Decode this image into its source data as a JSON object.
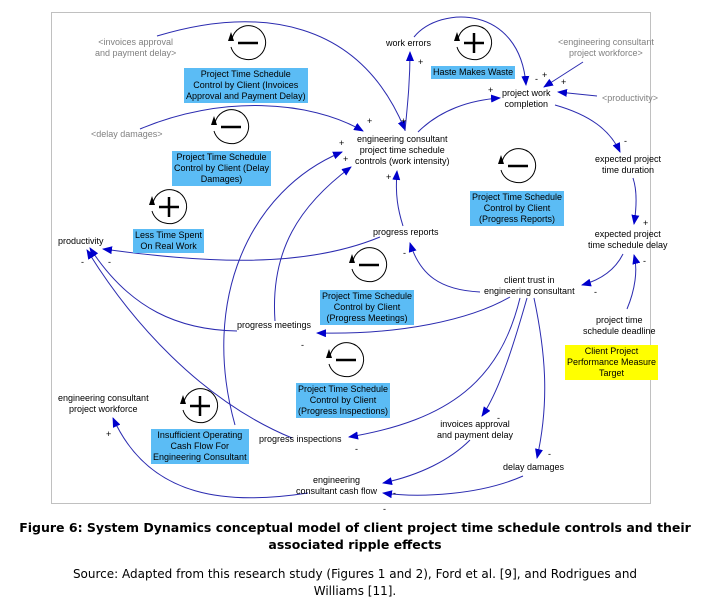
{
  "figure": {
    "caption_title_line1": "Figure 6: System Dynamics conceptual model of client project time schedule controls and their",
    "caption_title_line2": "associated ripple effects",
    "caption_source_line1": "Source: Adapted from this research study (Figures 1 and 2), Ford et al. [9], and Rodrigues and",
    "caption_source_line2": "Williams [11]."
  },
  "colors": {
    "arrow": "#0000cc",
    "loop_label_bg": "#5bbcf5",
    "target_label_bg": "#ffff00",
    "shadow_variable_text": "#808080"
  },
  "variables": {
    "invoices_shadow": [
      "<invoices approval",
      "and payment delay>"
    ],
    "delay_damages_shadow": [
      "<delay damages>"
    ],
    "workforce_shadow": [
      "<engineering consultant",
      "project workforce>"
    ],
    "productivity_shadow": [
      "<productivity>"
    ],
    "work_errors": [
      "work errors"
    ],
    "project_work_completion": [
      "project work",
      "completion"
    ],
    "work_intensity": [
      "engineering consultant",
      "project time schedule",
      "controls (work intensity)"
    ],
    "expected_duration": [
      "expected project",
      "time duration"
    ],
    "expected_delay": [
      "expected project",
      "time schedule delay"
    ],
    "productivity": [
      "productivity"
    ],
    "progress_reports": [
      "progress reports"
    ],
    "client_trust": [
      "client trust in",
      "engineering consultant"
    ],
    "deadline": [
      "project time",
      "schedule deadline"
    ],
    "progress_meetings": [
      "progress meetings"
    ],
    "workforce": [
      "engineering consultant",
      "project workforce"
    ],
    "progress_inspections": [
      "progress inspections"
    ],
    "invoices_delay": [
      "invoices approval",
      "and payment delay"
    ],
    "delay_damages": [
      "delay damages"
    ],
    "cash_flow": [
      "engineering",
      "consultant cash flow"
    ]
  },
  "loops": [
    {
      "id": "invoices",
      "polarity": "balancing",
      "label": [
        "Project Time Schedule",
        "Control by Client (Invoices",
        "Approval and Payment Delay)"
      ]
    },
    {
      "id": "delay-damages",
      "polarity": "balancing",
      "label": [
        "Project Time Schedule",
        "Control by Client (Delay",
        "Damages)"
      ]
    },
    {
      "id": "less-time",
      "polarity": "reinforcing",
      "label": [
        "Less Time Spent",
        "On Real Work"
      ]
    },
    {
      "id": "haste",
      "polarity": "reinforcing",
      "label": [
        "Haste Makes Waste"
      ]
    },
    {
      "id": "progress-reports",
      "polarity": "balancing",
      "label": [
        "Project Time Schedule",
        "Control by Client",
        "(Progress Reports)"
      ]
    },
    {
      "id": "progress-meetings",
      "polarity": "balancing",
      "label": [
        "Project Time Schedule",
        "Control by Client",
        "(Progress Meetings)"
      ]
    },
    {
      "id": "progress-inspections",
      "polarity": "balancing",
      "label": [
        "Project Time Schedule",
        "Control by Client",
        "(Progress Inspections)"
      ]
    },
    {
      "id": "cash-flow",
      "polarity": "reinforcing",
      "label": [
        "Insufficient Operating",
        "Cash Flow For",
        "Engineering Consultant"
      ]
    }
  ],
  "target_label": [
    "Client Project",
    "Performance Measure",
    "Target"
  ],
  "links": [
    {
      "from": "invoices_shadow",
      "to": "work_intensity",
      "polarity": "+"
    },
    {
      "from": "delay_damages_shadow",
      "to": "work_intensity",
      "polarity": "+"
    },
    {
      "from": "progress_meetings",
      "to": "work_intensity",
      "polarity": "+"
    },
    {
      "from": "progress_inspections",
      "to": "work_intensity",
      "polarity": "+"
    },
    {
      "from": "progress_reports",
      "to": "work_intensity",
      "polarity": "+"
    },
    {
      "from": "work_intensity",
      "to": "work_errors",
      "polarity": "+"
    },
    {
      "from": "work_intensity",
      "to": "project_work_completion",
      "polarity": "+"
    },
    {
      "from": "work_errors",
      "to": "project_work_completion",
      "polarity": "-"
    },
    {
      "from": "workforce_shadow",
      "to": "project_work_completion",
      "polarity": "+"
    },
    {
      "from": "productivity_shadow",
      "to": "project_work_completion",
      "polarity": "+"
    },
    {
      "from": "project_work_completion",
      "to": "expected_duration",
      "polarity": "-"
    },
    {
      "from": "expected_duration",
      "to": "expected_delay",
      "polarity": "+"
    },
    {
      "from": "deadline",
      "to": "expected_delay",
      "polarity": "-"
    },
    {
      "from": "expected_delay",
      "to": "client_trust",
      "polarity": "-"
    },
    {
      "from": "client_trust",
      "to": "progress_reports",
      "polarity": "-"
    },
    {
      "from": "client_trust",
      "to": "progress_meetings",
      "polarity": "-"
    },
    {
      "from": "client_trust",
      "to": "progress_inspections",
      "polarity": "-"
    },
    {
      "from": "client_trust",
      "to": "invoices_delay",
      "polarity": "-"
    },
    {
      "from": "client_trust",
      "to": "delay_damages",
      "polarity": "-"
    },
    {
      "from": "progress_reports",
      "to": "productivity",
      "polarity": "-"
    },
    {
      "from": "progress_meetings",
      "to": "productivity",
      "polarity": "-"
    },
    {
      "from": "progress_inspections",
      "to": "productivity",
      "polarity": "-"
    },
    {
      "from": "invoices_delay",
      "to": "cash_flow",
      "polarity": "-"
    },
    {
      "from": "delay_damages",
      "to": "cash_flow",
      "polarity": "-"
    },
    {
      "from": "cash_flow",
      "to": "workforce",
      "polarity": "+"
    }
  ]
}
